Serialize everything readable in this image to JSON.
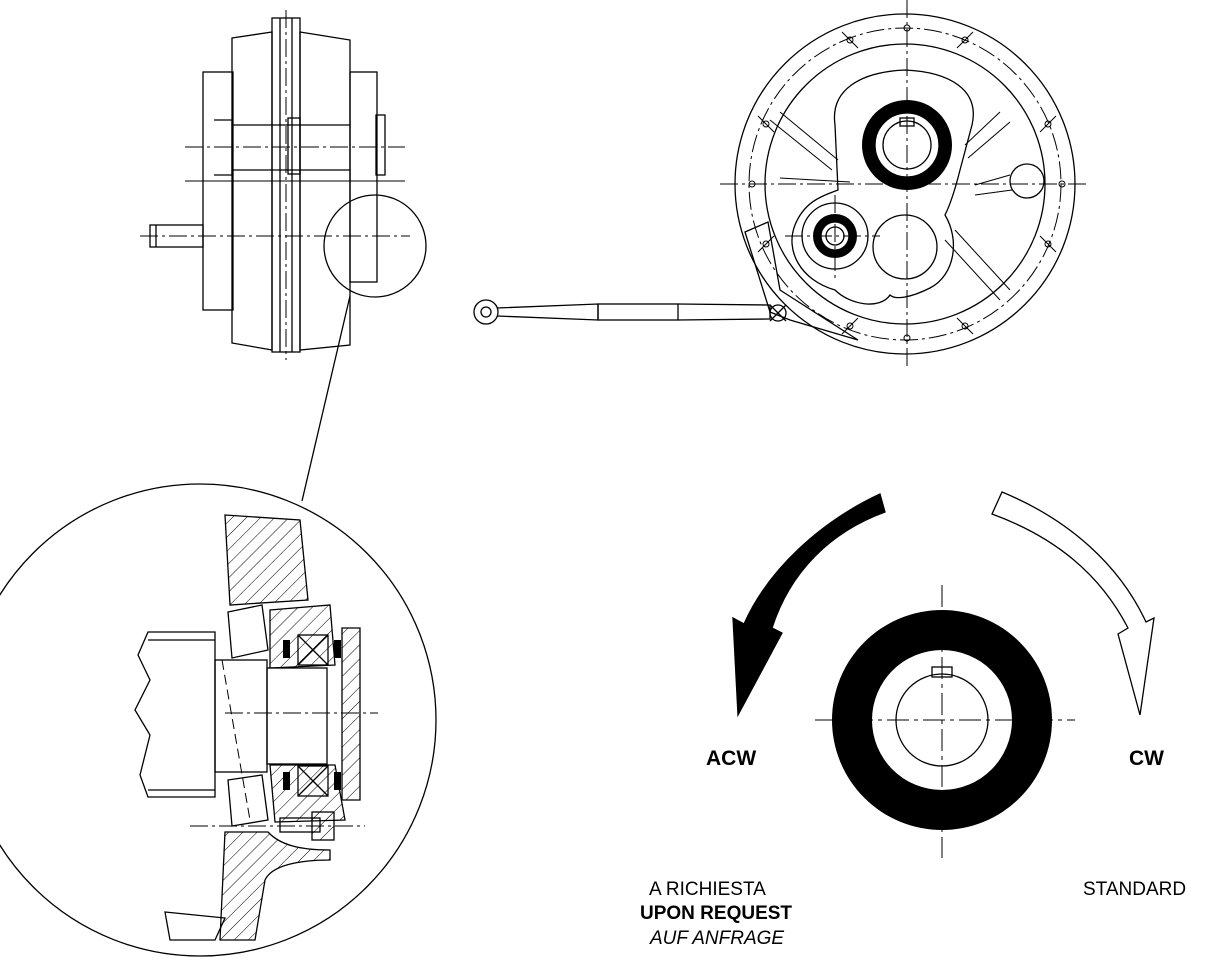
{
  "rotation": {
    "left_label": "ACW",
    "right_label": "CW",
    "left_notes": [
      "A RICHIESTA",
      "UPON REQUEST",
      "AUF ANFRAGE"
    ],
    "right_note": "STANDARD"
  },
  "colors": {
    "ink": "#000000",
    "paper": "#ffffff"
  }
}
